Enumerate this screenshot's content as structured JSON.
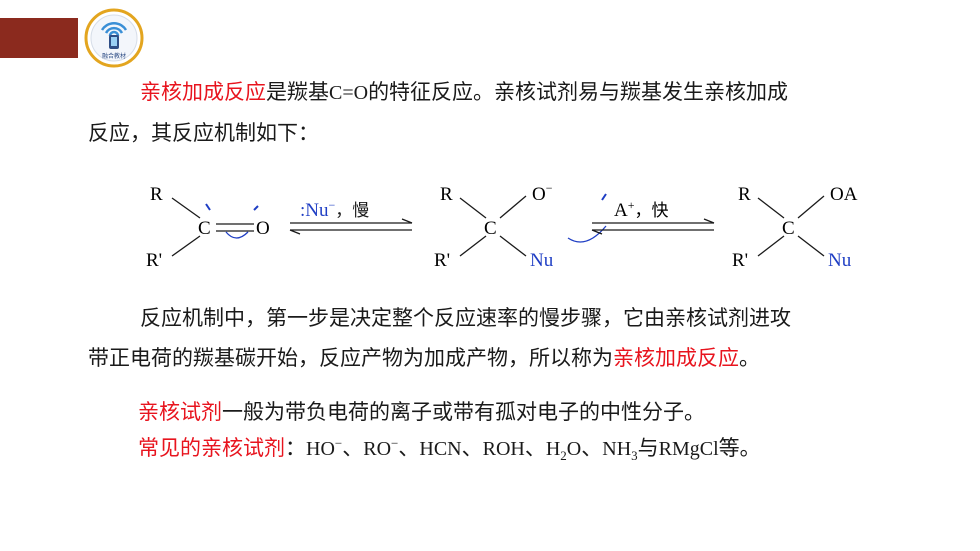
{
  "header": {
    "accent_color": "#8b2a1e",
    "logo_icon": "touch-hand-icon",
    "logo_caption": "融合教材"
  },
  "intro": {
    "term": "亲核加成反应",
    "text_a": "是羰基",
    "formula": "C=O",
    "text_b": "的特征反应。亲核试剂易与羰基发生亲核加成",
    "line2": "反应，其反应机制如下："
  },
  "reaction": {
    "r": "R",
    "r_prime": "R'",
    "carbon": "C",
    "oxygen": "O",
    "o_minus": "O",
    "oa": "OA",
    "nu": "Nu",
    "step1_reagent": ":Nu",
    "step1_note": "，慢",
    "step2_reagent": "A",
    "step2_note": "，快",
    "minus": "−",
    "plus": "+"
  },
  "mechanism": {
    "line1": "反应机制中，第一步是决定整个反应速率的慢步骤，它由亲核试剂进攻",
    "line2_a": "带正电荷的羰基碳开始，反应产物为加成产物，所以称为",
    "term": "亲核加成反应",
    "line2_end": "。"
  },
  "definition": {
    "term": "亲核试剂",
    "text": "一般为带负电荷的离子或带有孤对电子的中性分子。"
  },
  "common": {
    "label": "常见的亲核试剂",
    "colon": "：",
    "ho": "HO",
    "ro": "RO",
    "minus": "−",
    "sep": "、",
    "hcn": "HCN",
    "roh": "ROH",
    "h": "H",
    "o": "O",
    "two": "2",
    "nh": "NH",
    "three": "3",
    "and": "与",
    "rmgcl": "RMgCl",
    "tail": "等。"
  }
}
